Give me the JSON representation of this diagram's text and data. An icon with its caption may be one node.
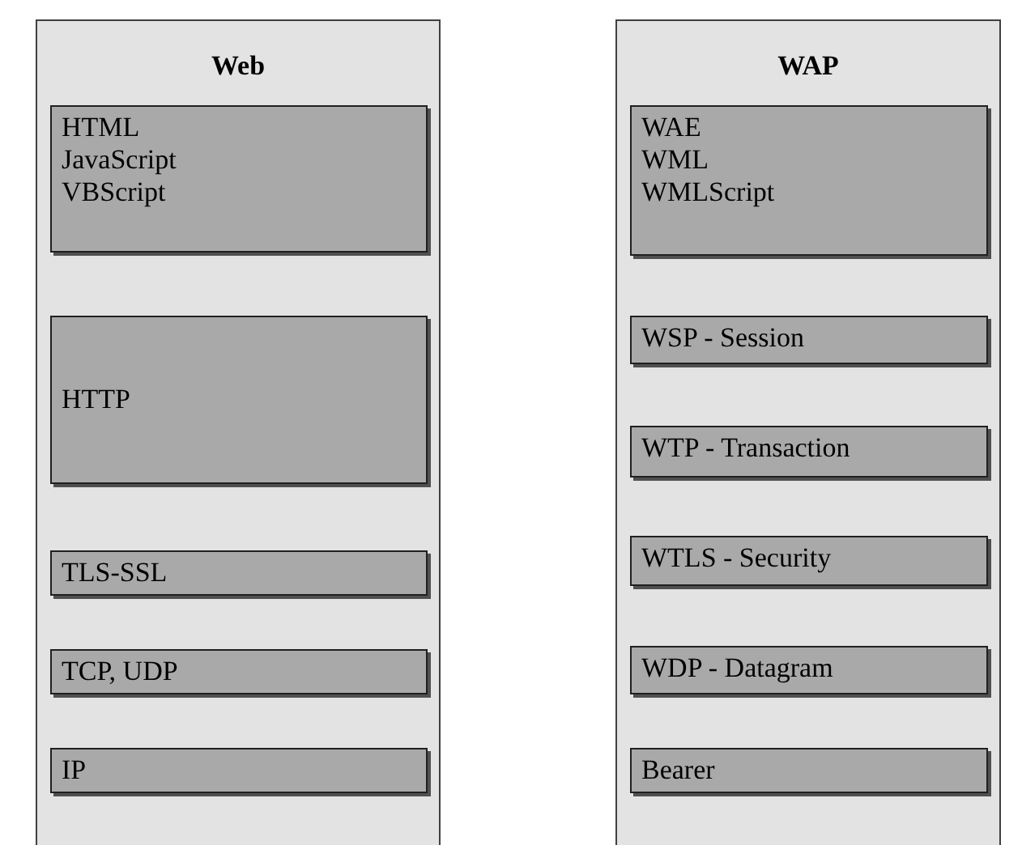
{
  "diagram": {
    "nodes": [
      {
        "text": [
          "Web"
        ]
      },
      {
        "text": [
          "HTML",
          "JavaScript",
          "VBScript"
        ],
        "in": 0
      },
      {
        "text": [
          "HTTP"
        ],
        "in": 0
      },
      {
        "text": [
          "TLS-SSL"
        ],
        "in": 0
      },
      {
        "text": [
          "TCP, UDP"
        ],
        "in": 0
      },
      {
        "text": [
          "IP"
        ],
        "in": 0
      },
      {
        "text": [
          "WAP"
        ]
      },
      {
        "text": [
          "WAE",
          "WML",
          "WMLScript"
        ],
        "in": 6
      },
      {
        "text": [
          "WSP - Session"
        ],
        "in": 6
      },
      {
        "text": [
          "WTP - Transaction"
        ],
        "in": 6
      },
      {
        "text": [
          "WTLS - Security"
        ],
        "in": 6
      },
      {
        "text": [
          "WDP - Datagram"
        ],
        "in": 6
      },
      {
        "text": [
          "Bearer"
        ],
        "in": 6
      }
    ]
  }
}
